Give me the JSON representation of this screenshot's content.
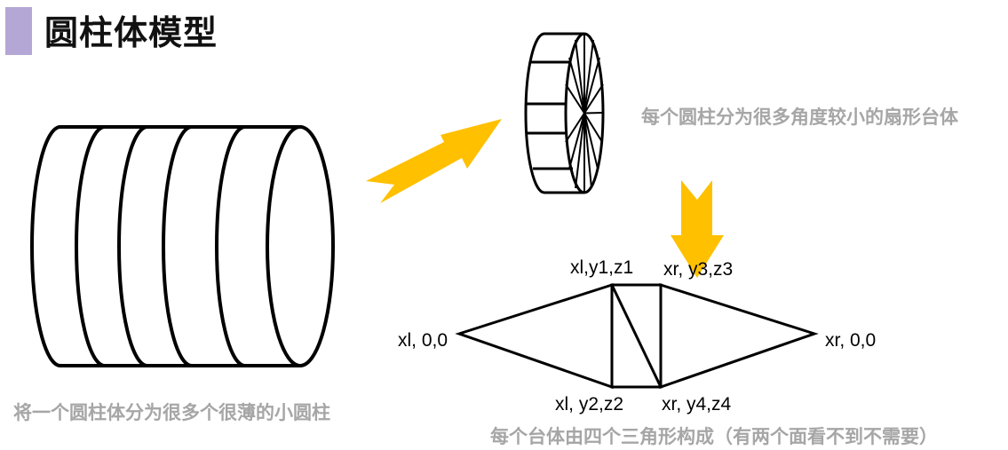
{
  "title": "圆柱体模型",
  "captions": {
    "sector": "每个圆柱分为很多角度较小的扇形台体",
    "slices": "将一个圆柱体分为很多个很薄的小圆柱",
    "triangles": "每个台体由四个三角形构成（有两个面看不到不需要）"
  },
  "coords": {
    "top_left": "xl,y1,z1",
    "top_right": "xr, y3,z3",
    "left_apex": "xl, 0,0",
    "right_apex": "xr, 0,0",
    "bottom_left": "xl, y2,z2",
    "bottom_right": "xr, y4,z4"
  },
  "colors": {
    "accent": "#b4a7d6",
    "arrow": "#ffc000",
    "caption": "#a6a6a6"
  }
}
